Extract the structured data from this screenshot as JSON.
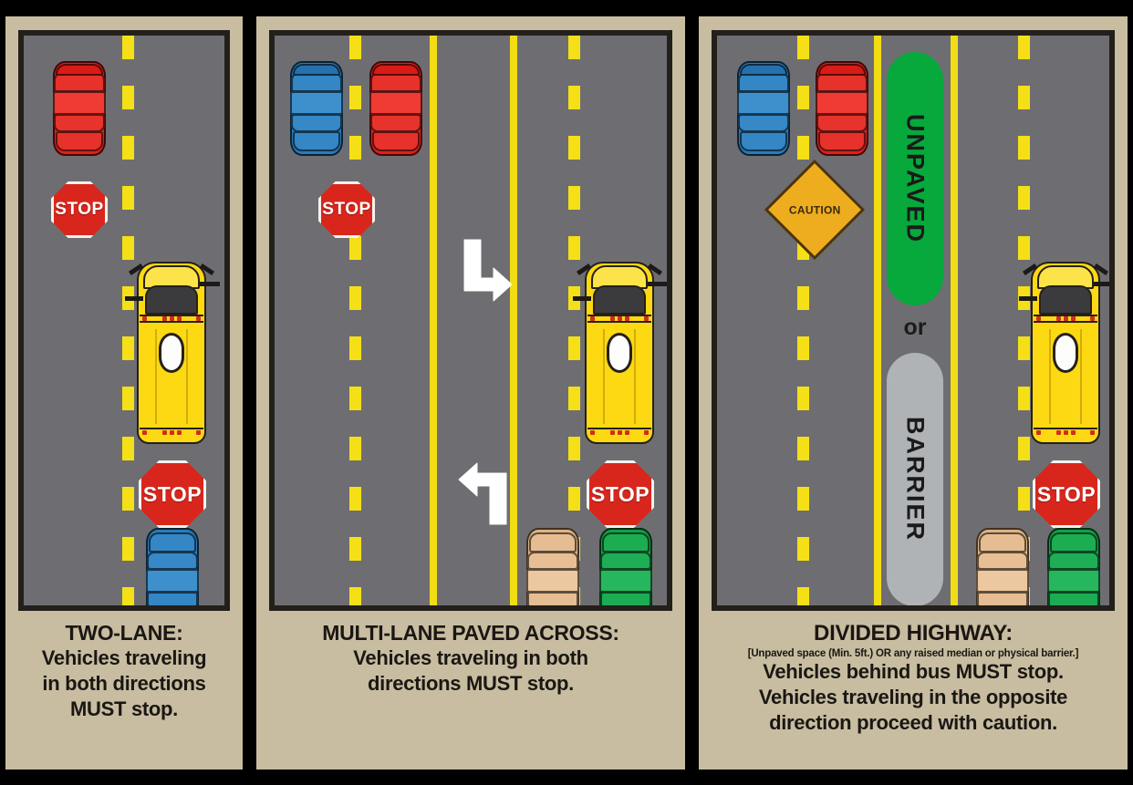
{
  "meta": {
    "poster_title": "School Bus Stopping Law Diagram",
    "background_color": "#000000",
    "panel_color": "#c8bda1",
    "road_color": "#6e6e72",
    "lane_yellow": "#f2dc14",
    "bus_yellow": "#fcd913",
    "stop_red": "#d9261c",
    "unpaved_green": "#07a83c",
    "barrier_gray": "#b0b3b5",
    "caution_yellow": "#edad1e"
  },
  "panels": [
    {
      "id": "two-lane",
      "caption": {
        "title": "TWO-LANE:",
        "lines": [
          "Vehicles traveling",
          "in both directions",
          "MUST stop."
        ]
      },
      "road": {
        "lane_lines": [
          {
            "type": "dashed",
            "color": "#f5e017"
          }
        ],
        "vehicles": [
          {
            "name": "red-car",
            "color": "#e01f19",
            "direction": "oncoming"
          },
          {
            "name": "school-bus",
            "color": "#fcd913",
            "direction": "forward"
          },
          {
            "name": "blue-car",
            "color": "#2a7ab8",
            "direction": "forward"
          }
        ],
        "signs": [
          {
            "name": "stop-sign-oncoming",
            "label": "STOP",
            "size": "small"
          },
          {
            "name": "stop-sign-behind-bus",
            "label": "STOP",
            "size": "large"
          }
        ]
      }
    },
    {
      "id": "multi-lane-paved-across",
      "caption": {
        "title": "MULTI-LANE PAVED ACROSS:",
        "lines": [
          "Vehicles traveling in both",
          "directions MUST stop."
        ]
      },
      "road": {
        "lane_lines": [
          {
            "type": "dashed",
            "color": "#f5e017"
          },
          {
            "type": "solid",
            "color": "#f2dc14"
          },
          {
            "type": "solid",
            "color": "#f2dc14"
          },
          {
            "type": "dashed",
            "color": "#f5e017"
          }
        ],
        "vehicles": [
          {
            "name": "blue-car",
            "color": "#2a7ab8",
            "direction": "oncoming"
          },
          {
            "name": "red-car",
            "color": "#e01f19",
            "direction": "oncoming"
          },
          {
            "name": "school-bus",
            "color": "#fcd913",
            "direction": "forward"
          },
          {
            "name": "tan-car",
            "color": "#e0b383",
            "direction": "forward"
          },
          {
            "name": "green-car",
            "color": "#12a046",
            "direction": "forward"
          }
        ],
        "signs": [
          {
            "name": "stop-sign-oncoming",
            "label": "STOP",
            "size": "small"
          },
          {
            "name": "stop-sign-behind-bus",
            "label": "STOP",
            "size": "large"
          }
        ],
        "arrows": [
          {
            "name": "arrow-turn-right",
            "direction": "down-then-right",
            "color": "#ffffff"
          },
          {
            "name": "arrow-turn-left",
            "direction": "up-then-left",
            "color": "#ffffff"
          }
        ]
      }
    },
    {
      "id": "divided-highway",
      "caption": {
        "title": "DIVIDED HIGHWAY:",
        "subtitle": "[Unpaved space (Min. 5ft.) OR any raised median or physical barrier.]",
        "lines": [
          "Vehicles behind bus MUST stop.",
          "Vehicles traveling in the opposite",
          "direction proceed with caution."
        ]
      },
      "road": {
        "lane_lines": [
          {
            "type": "dashed",
            "color": "#f5e017"
          },
          {
            "type": "solid",
            "color": "#f2dc14"
          },
          {
            "type": "solid",
            "color": "#f2dc14"
          },
          {
            "type": "dashed",
            "color": "#f5e017"
          }
        ],
        "vehicles": [
          {
            "name": "blue-car",
            "color": "#2a7ab8",
            "direction": "oncoming"
          },
          {
            "name": "red-car",
            "color": "#e01f19",
            "direction": "oncoming"
          },
          {
            "name": "school-bus",
            "color": "#fcd913",
            "direction": "forward"
          },
          {
            "name": "tan-car",
            "color": "#e0b383",
            "direction": "forward"
          },
          {
            "name": "green-car",
            "color": "#12a046",
            "direction": "forward"
          }
        ],
        "signs": [
          {
            "name": "caution-sign",
            "label": "CAUTION",
            "shape": "diamond"
          },
          {
            "name": "stop-sign-behind-bus",
            "label": "STOP",
            "size": "large"
          }
        ],
        "median": {
          "unpaved_label": "UNPAVED",
          "or_label": "or",
          "barrier_label": "BARRIER"
        }
      }
    }
  ]
}
